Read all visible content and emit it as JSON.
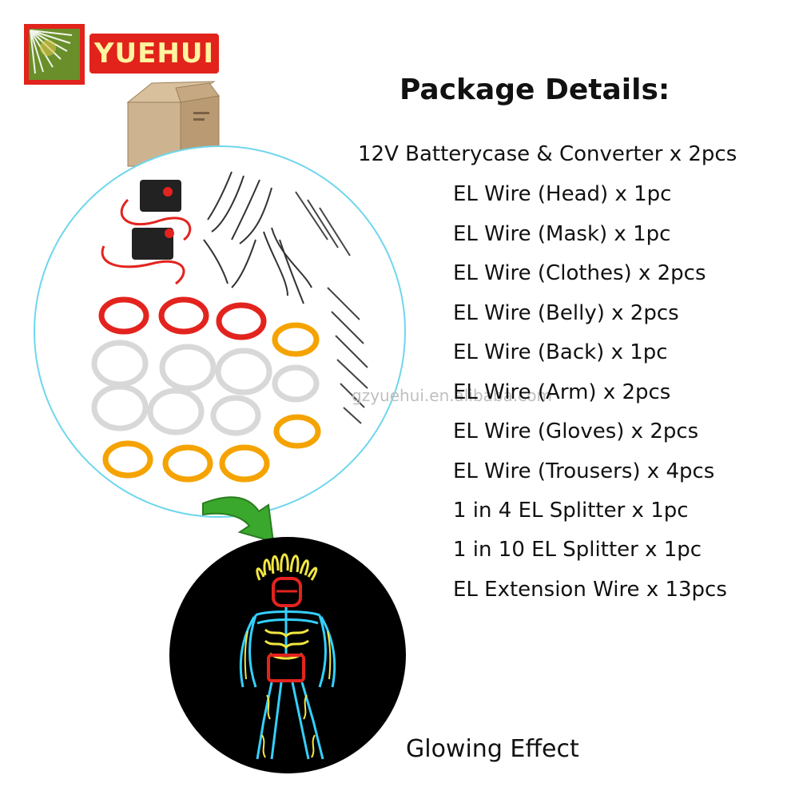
{
  "brand": {
    "name": "YUEHUI",
    "colors": {
      "red": "#e1231b",
      "yellow": "#fff4a0"
    }
  },
  "package": {
    "title": "Package Details:",
    "items": [
      "12V Batterycase & Converter x 2pcs",
      "EL Wire (Head) x 1pc",
      "EL Wire (Mask) x 1pc",
      "EL Wire (Clothes) x 2pcs",
      "EL Wire (Belly) x 2pcs",
      "EL Wire (Back) x 1pc",
      "EL Wire (Arm) x 2pcs",
      "EL Wire (Gloves) x 2pcs",
      "EL Wire (Trousers) x 4pcs",
      "1 in 4 EL Splitter x 1pc",
      "1 in 10 EL Splitter x 1pc",
      "EL Extension Wire x 13pcs"
    ]
  },
  "watermark": "gzyuehui.en.alibaba.com",
  "effect_label": "Glowing Effect",
  "colors": {
    "circle_border": "#6fd6ee",
    "arrow": "#3aa82c",
    "wire_red": "#e3231e",
    "wire_orange": "#f5a300",
    "wire_clear": "#d8d8d8",
    "glow_cyan": "#34d0ff",
    "glow_yellow": "#f2e640"
  }
}
